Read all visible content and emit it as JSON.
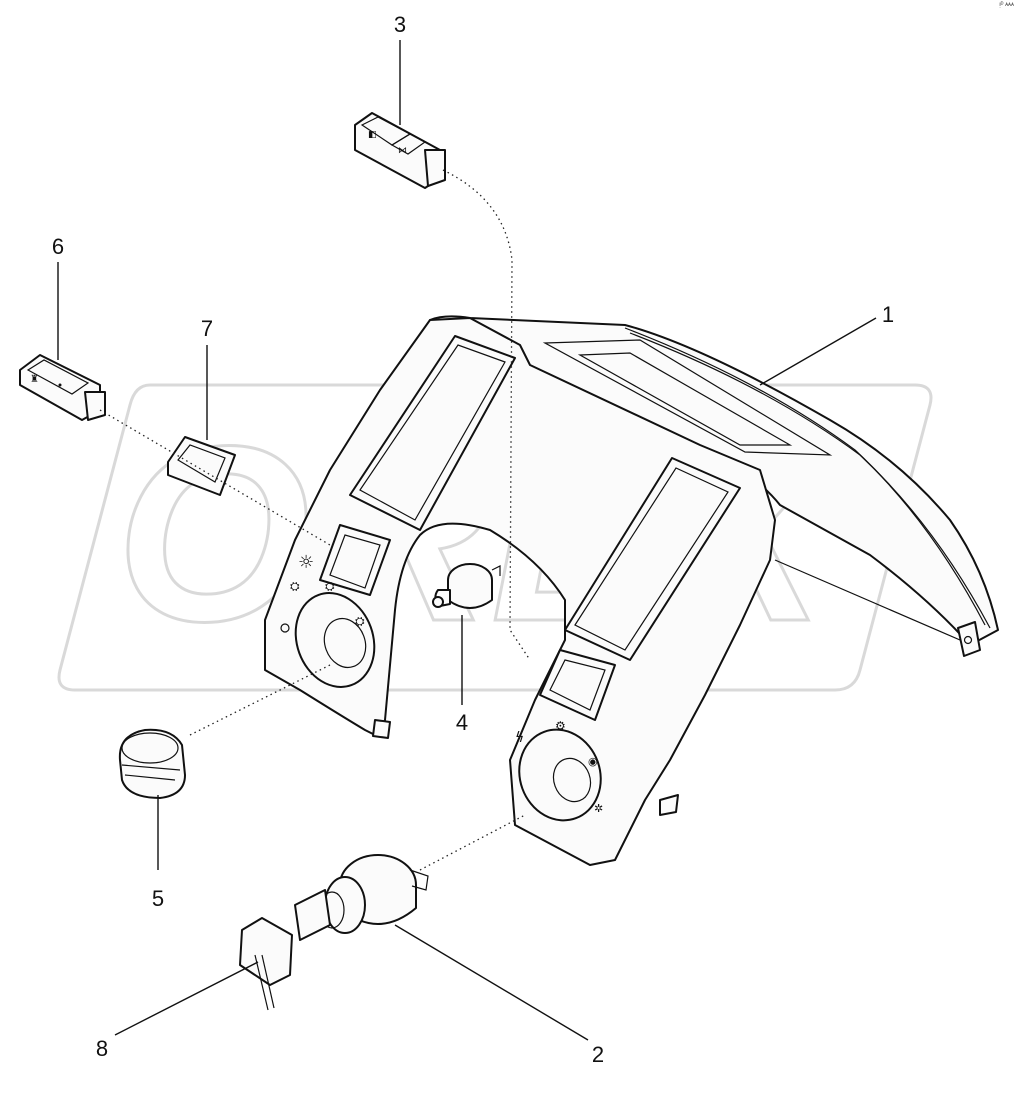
{
  "drawing": {
    "corner_code": "ᴉᴰ ᴀᴀᴀ",
    "watermark": "OREX",
    "callouts": [
      "1",
      "2",
      "3",
      "4",
      "5",
      "6",
      "7",
      "8"
    ]
  }
}
